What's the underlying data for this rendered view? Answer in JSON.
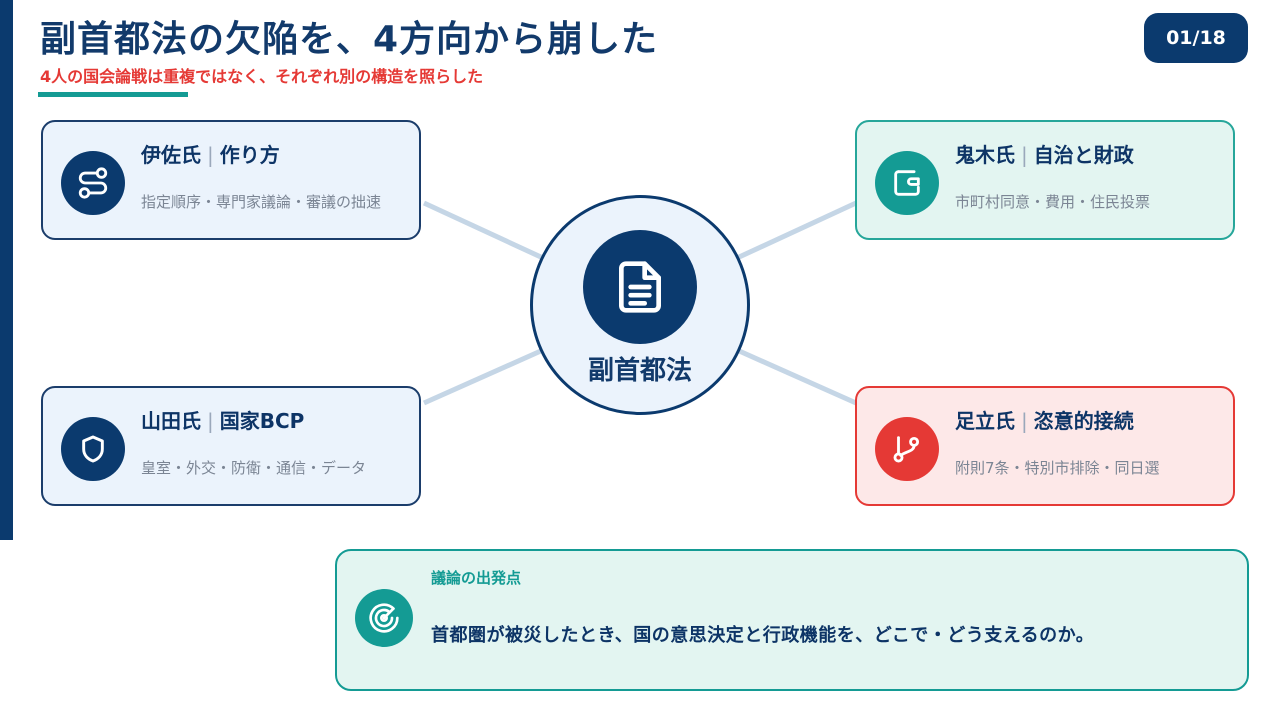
{
  "header": {
    "title": "副首都法の欠陥を、4方向から崩した",
    "subtitle": "4人の国会論戦は重複ではなく、それぞれ別の構造を照らした",
    "page": "01/18"
  },
  "hub": {
    "label": "副首都法",
    "icon": "document-icon"
  },
  "cards": [
    {
      "person": "伊佐氏",
      "topic": "作り方",
      "desc": "指定順序・専門家議論・審議の拙速",
      "icon": "route-icon",
      "theme": "blue"
    },
    {
      "person": "鬼木氏",
      "topic": "自治と財政",
      "desc": "市町村同意・費用・住民投票",
      "icon": "wallet-icon",
      "theme": "teal"
    },
    {
      "person": "山田氏",
      "topic": "国家BCP",
      "desc": "皇室・外交・防衛・通信・データ",
      "icon": "shield-icon",
      "theme": "blue"
    },
    {
      "person": "足立氏",
      "topic": "恣意的接続",
      "desc": "附則7条・特別市排除・同日選",
      "icon": "branch-icon",
      "theme": "red"
    }
  ],
  "separator": "|",
  "bottom": {
    "label": "議論の出発点",
    "text": "首都圏が被災したとき、国の意思決定と行政機能を、どこで・どう支えるのか。",
    "icon": "radar-icon"
  },
  "colors": {
    "navy": "#0b3a6e",
    "teal": "#149b94",
    "red": "#e53935"
  }
}
